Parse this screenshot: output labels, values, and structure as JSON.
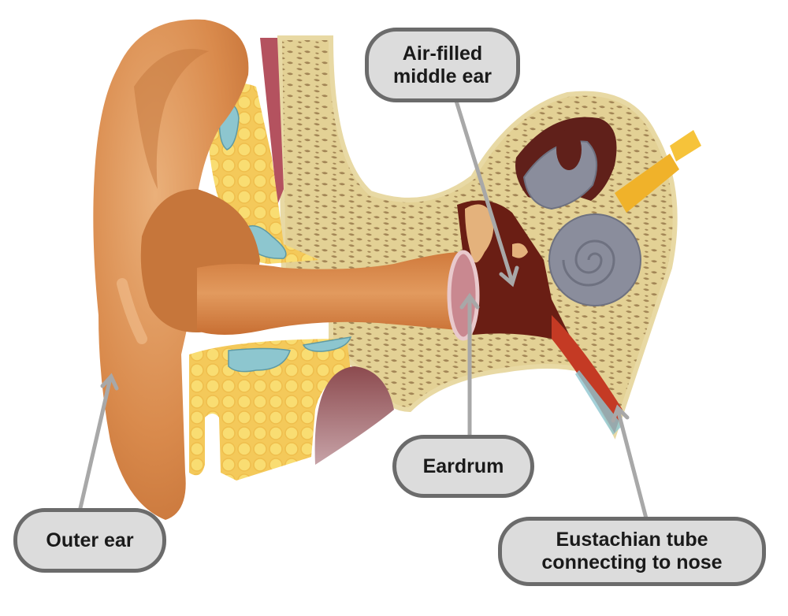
{
  "diagram": {
    "subject": "Human ear cross-section",
    "labels": {
      "middle_ear": {
        "line1": "Air-filled",
        "line2": "middle ear"
      },
      "eardrum": {
        "text": "Eardrum"
      },
      "outer_ear": {
        "text": "Outer ear"
      },
      "eustachian": {
        "line1": "Eustachian tube",
        "line2": "connecting to nose"
      }
    },
    "colors": {
      "skin": "#d9874a",
      "skin_light": "#e8a56c",
      "skin_dark": "#b8662e",
      "cartilage": "#f6d55a",
      "bone": "#e6d59a",
      "bone_spot": "#a68b5a",
      "cochlea": "#8a8d9c",
      "nerve": "#f0b22a",
      "cavity": "#6a1e14",
      "blue": "#8dc6cf",
      "label_bg": "#dcdcdc",
      "label_border": "#6b6b6b",
      "arrow": "#a8a8a8"
    }
  }
}
